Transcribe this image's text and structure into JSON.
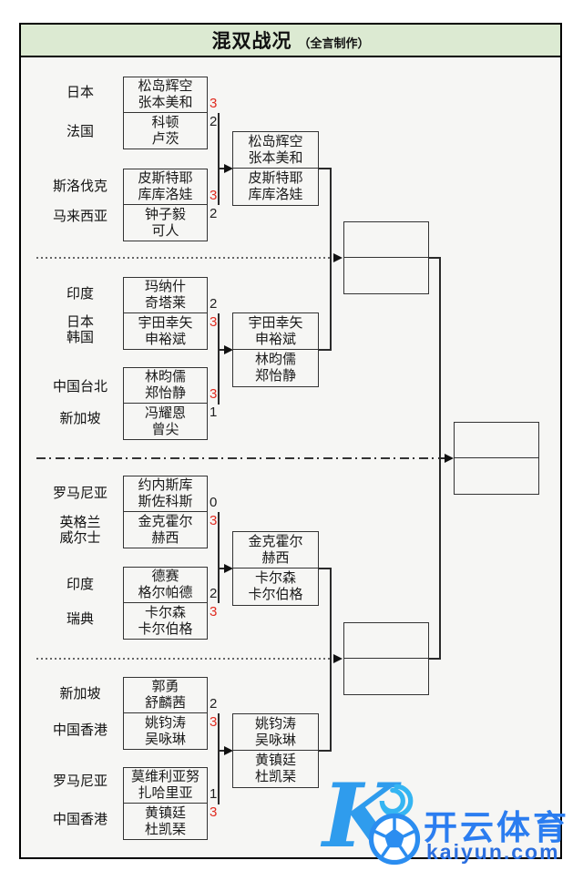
{
  "title": {
    "main": "混双战况",
    "sub": "（全言制作）"
  },
  "colors": {
    "header_bg": "#dcead2",
    "content_bg": "#f6f6f4",
    "frame_border": "#000000",
    "box_border": "#333333",
    "connector_line": "#2a2a2a",
    "win_score": "#e02b20",
    "loss_score": "#1f1f1f",
    "watermark_blue": "#2b7df0",
    "watermark_light_blue": "#35b5f2"
  },
  "sections": [
    {
      "matches": [
        {
          "country_a": "日本",
          "team_a": "松岛辉空\n张本美和",
          "score_a": "3",
          "score_a_color": "#e02b20",
          "country_b": "法国",
          "team_b": "科顿\n卢茨",
          "score_b": "2",
          "score_b_color": "#1f1f1f"
        },
        {
          "country_a": "斯洛伐克",
          "team_a": "皮斯特耶\n库库洛娃",
          "score_a": "3",
          "score_a_color": "#e02b20",
          "country_b": "马来西亚",
          "team_b": "钟子毅\n可人",
          "score_b": "2",
          "score_b_color": "#1f1f1f"
        }
      ],
      "winner": {
        "top": "松岛辉空\n张本美和",
        "bottom": "皮斯特耶\n库库洛娃"
      }
    },
    {
      "matches": [
        {
          "country_a": "印度",
          "team_a": "玛纳什\n奇塔莱",
          "score_a": "2",
          "score_a_color": "#1f1f1f",
          "country_b": "日本\n韩国",
          "team_b": "宇田幸矢\n申裕斌",
          "score_b": "3",
          "score_b_color": "#e02b20"
        },
        {
          "country_a": "中国台北",
          "team_a": "林昀儒\n郑怡静",
          "score_a": "3",
          "score_a_color": "#e02b20",
          "country_b": "新加坡",
          "team_b": "冯耀恩\n曾尖",
          "score_b": "1",
          "score_b_color": "#1f1f1f"
        }
      ],
      "winner": {
        "top": "宇田幸矢\n申裕斌",
        "bottom": "林昀儒\n郑怡静"
      }
    },
    {
      "matches": [
        {
          "country_a": "罗马尼亚",
          "team_a": "约内斯库\n斯佐科斯",
          "score_a": "0",
          "score_a_color": "#1f1f1f",
          "country_b": "英格兰\n威尔士",
          "team_b": "金克霍尔\n赫西",
          "score_b": "3",
          "score_b_color": "#e02b20"
        },
        {
          "country_a": "印度",
          "team_a": "德赛\n格尔帕德",
          "score_a": "2",
          "score_a_color": "#1f1f1f",
          "country_b": "瑞典",
          "team_b": "卡尔森\n卡尔伯格",
          "score_b": "3",
          "score_b_color": "#e02b20"
        }
      ],
      "winner": {
        "top": "金克霍尔\n赫西",
        "bottom": "卡尔森\n卡尔伯格"
      }
    },
    {
      "matches": [
        {
          "country_a": "新加坡",
          "team_a": "郭勇\n舒麟茜",
          "score_a": "2",
          "score_a_color": "#1f1f1f",
          "country_b": "中国香港",
          "team_b": "姚钧涛\n吴咏琳",
          "score_b": "3",
          "score_b_color": "#e02b20"
        },
        {
          "country_a": "罗马尼亚",
          "team_a": "莫维利亚努\n扎哈里亚",
          "score_a": "1",
          "score_a_color": "#1f1f1f",
          "country_b": "中国香港",
          "team_b": "黄镇廷\n杜凯琹",
          "score_b": "3",
          "score_b_color": "#e02b20"
        }
      ],
      "winner": {
        "top": "姚钧涛\n吴咏琳",
        "bottom": "黄镇廷\n杜凯琹"
      }
    }
  ],
  "semifinals": {
    "top_box": "",
    "bottom_box": ""
  },
  "final": {
    "box": ""
  },
  "watermark": {
    "logo_letter": "K",
    "brand": "开云体育",
    "domain": "kaiyun.com"
  }
}
